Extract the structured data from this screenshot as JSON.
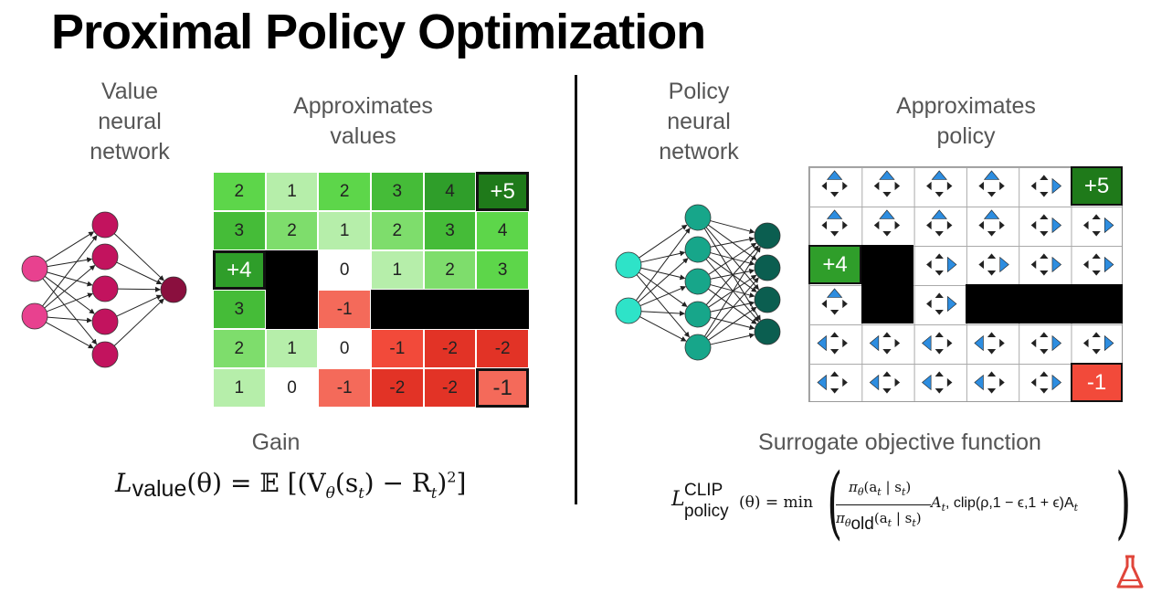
{
  "title": "Proximal Policy Optimization",
  "left": {
    "network_label": "Value\nneural\nnetwork",
    "grid_label": "Approximates\nvalues",
    "bottom_label": "Gain",
    "formula": {
      "L": "L",
      "sub": "value",
      "rest": "(θ) = 𝔼 [(V",
      "theta": "θ",
      "s": "(s",
      "t1": "t",
      "mid": ") − R",
      "t2": "t",
      "end": ")",
      "sq": "2",
      "close": "]"
    },
    "grid": [
      [
        "2",
        "1",
        "2",
        "3",
        "4",
        "+5"
      ],
      [
        "3",
        "2",
        "1",
        "2",
        "3",
        "4"
      ],
      [
        "+4",
        "",
        "0",
        "1",
        "2",
        "3"
      ],
      [
        "3",
        "",
        "-1",
        "",
        "",
        ""
      ],
      [
        "2",
        "1",
        "0",
        "-1",
        "-2",
        "-2"
      ],
      [
        "1",
        "0",
        "-1",
        "-2",
        "-2",
        "-1"
      ]
    ],
    "colors": [
      [
        "#5dd64a",
        "#b6eeaa",
        "#5dd64a",
        "#45bc38",
        "#2f9e2a",
        "#1f7a1a"
      ],
      [
        "#45bc38",
        "#7edd6c",
        "#b6eeaa",
        "#7edd6c",
        "#45bc38",
        "#5dd64a"
      ],
      [
        "#2f9e2a",
        "#000000",
        "#ffffff",
        "#b6eeaa",
        "#7edd6c",
        "#5dd64a"
      ],
      [
        "#45bc38",
        "#000000",
        "#f46a5a",
        "#000000",
        "#000000",
        "#000000"
      ],
      [
        "#7edd6c",
        "#b6eeaa",
        "#ffffff",
        "#f24a3a",
        "#e23326",
        "#e23326"
      ],
      [
        "#b6eeaa",
        "#ffffff",
        "#f46a5a",
        "#e23326",
        "#e23326",
        "#f46a5a"
      ]
    ]
  },
  "right": {
    "network_label": "Policy\nneural\nnetwork",
    "grid_label": "Approximates\npolicy",
    "bottom_label": "Surrogate objective function",
    "goal": "+5",
    "pit": "-1",
    "start": "+4",
    "formula": {
      "L": "L",
      "sup": "CLIP",
      "sub": "policy",
      "theta": "(θ) = min",
      "num": "π",
      "num_sub": "θ",
      "num_rest": "(a",
      "num_t": "t",
      "num_bar": " | s",
      "num_t2": "t",
      "num_end": ")",
      "den": "π",
      "den_sub": "θ",
      "den_old": "old",
      "den_rest": "(a",
      "den_t": "t",
      "den_bar": " | s",
      "den_t2": "t",
      "den_end": ")",
      "after": "A",
      "after_t": "t",
      "clip": ", clip(ρ,1 − ϵ,1 + ϵ)A",
      "clip_t": "t"
    }
  },
  "colors": {
    "value_input": "#e8418f",
    "value_hidden": "#c2135e",
    "value_output": "#8a0f3e",
    "policy_input": "#2ee3c8",
    "policy_hidden": "#17a68a",
    "policy_output": "#0b5e50",
    "arrow_blue": "#2d8de0",
    "logo": "#e0453a"
  }
}
